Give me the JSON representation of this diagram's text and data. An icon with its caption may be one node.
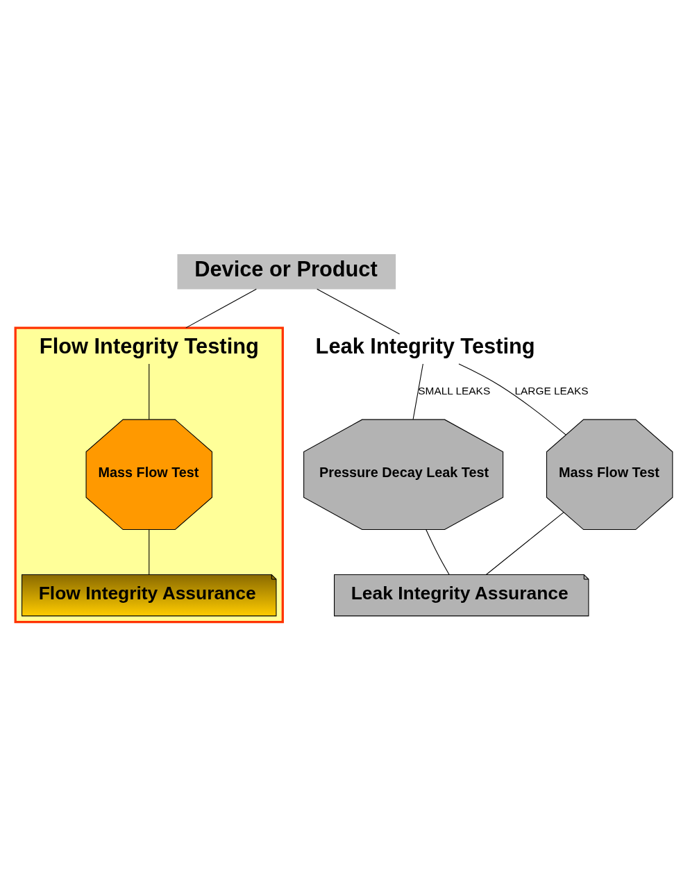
{
  "diagram": {
    "nodes": [
      {
        "text": [
          "Device or Product"
        ]
      },
      {
        "text": [
          "Leak Integrity Testing"
        ]
      },
      {
        "text": [],
        "shape": "box"
      },
      {
        "text": [
          "Flow Integrity Testing"
        ],
        "in": 2
      },
      {
        "text": [
          "Pressure Decay Leak Test"
        ]
      },
      {
        "text": [
          "Mass Flow Test"
        ]
      },
      {
        "text": [
          "Mass Flow Test"
        ],
        "in": 2
      },
      {
        "text": [
          "Leak Integrity Assurance"
        ]
      },
      {
        "text": [
          "Flow Integrity Assurance"
        ],
        "in": 2
      }
    ],
    "edges": [
      {
        "from": 0,
        "to": 1,
        "arrow": "none"
      },
      {
        "from": 0,
        "to": 2,
        "arrow": "none"
      },
      {
        "from": 1,
        "to": 4,
        "arrow": "none",
        "label": "SMALL LEAKS"
      },
      {
        "from": 1,
        "to": 5,
        "arrow": "none",
        "label": "LARGE LEAKS"
      },
      {
        "from": 4,
        "to": 7,
        "arrow": "none"
      },
      {
        "from": 5,
        "to": 7,
        "arrow": "none"
      },
      {
        "from": 3,
        "to": 6,
        "arrow": "none"
      },
      {
        "from": 6,
        "to": 8,
        "arrow": "none"
      }
    ]
  }
}
